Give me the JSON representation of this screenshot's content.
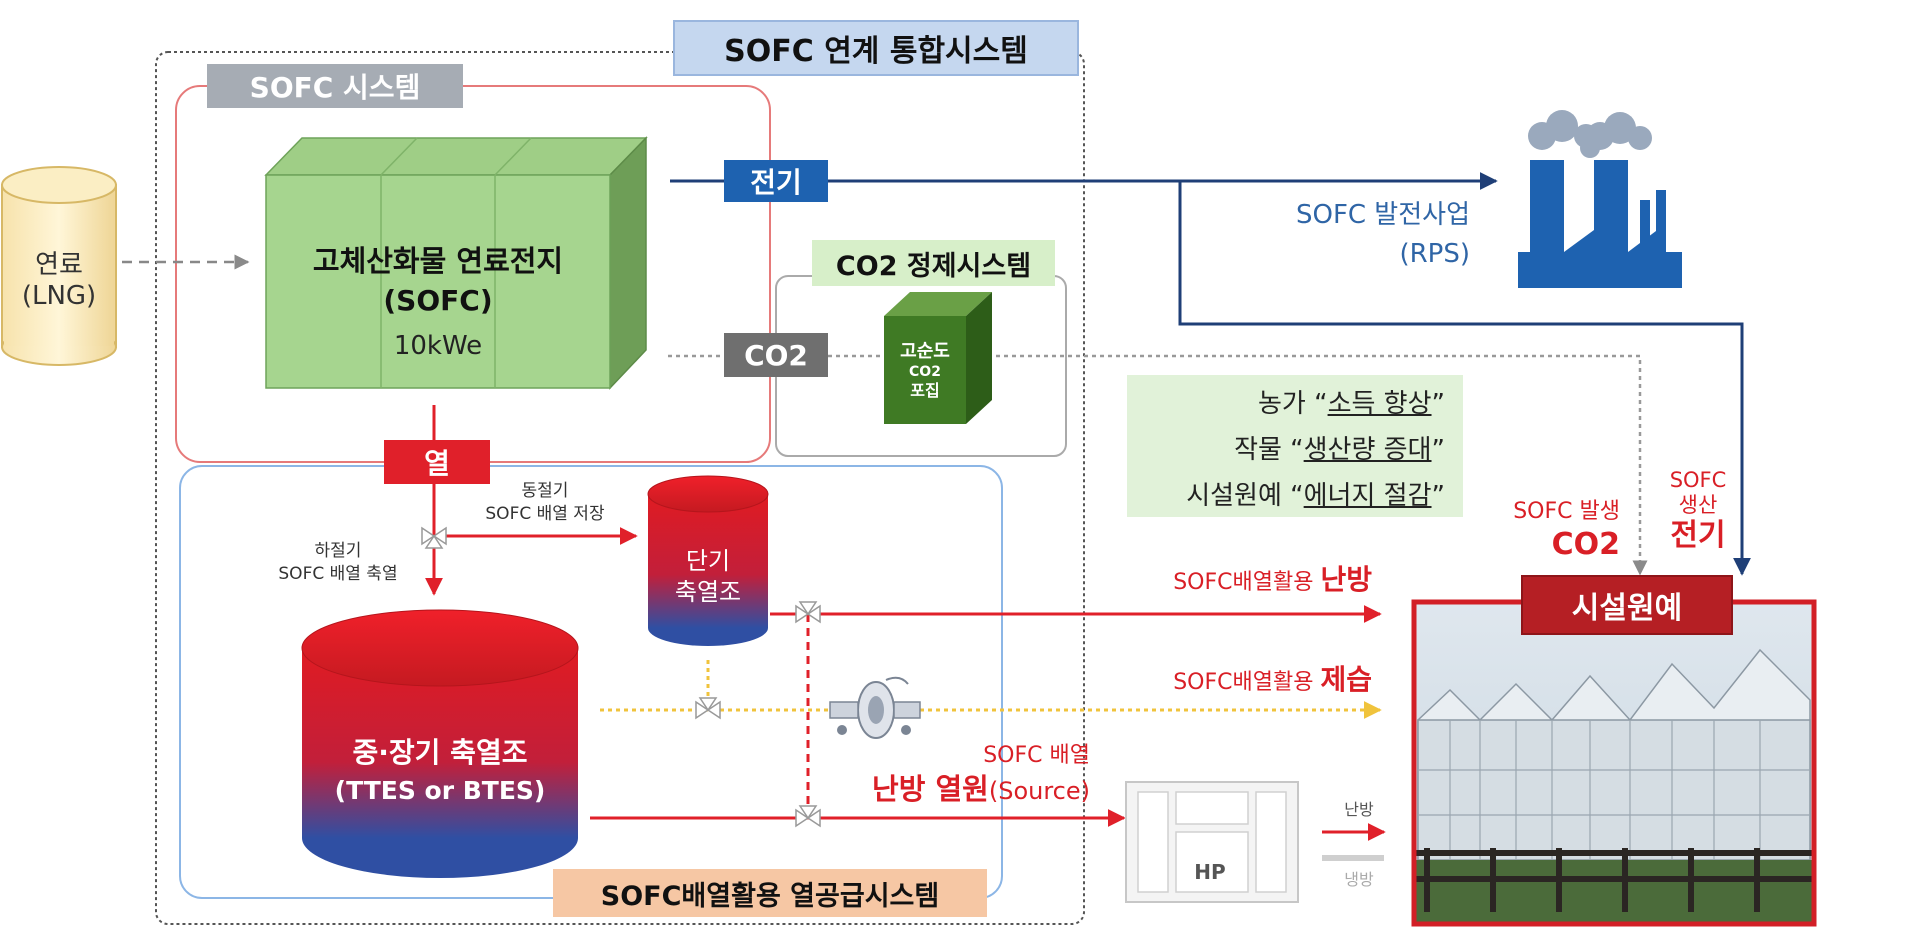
{
  "titles": {
    "integrated": "SOFC 연계 통합시스템",
    "sofc_system": "SOFC 시스템",
    "co2_system": "CO2 정제시스템",
    "heat_system": "SOFC배열활용 열공급시스템"
  },
  "fuel": {
    "line1": "연료",
    "line2": "(LNG)"
  },
  "sofc": {
    "name": "고체산화물 연료전지",
    "abbr": "(SOFC)",
    "capacity": "10kWe"
  },
  "tags": {
    "electricity": "전기",
    "co2": "CO2",
    "heat": "열"
  },
  "capture": {
    "line1": "고순도",
    "line2": "CO2",
    "line3": "포집"
  },
  "plant": {
    "line1": "SOFC 발전사업",
    "line2": "(RPS)"
  },
  "benefits": [
    {
      "prefix": "농가 “",
      "term": "소득 향상",
      "suffix": "”"
    },
    {
      "prefix": "작물 “",
      "term": "생산량 증대",
      "suffix": "”"
    },
    {
      "prefix": "시설원예 “",
      "term": "에너지 절감",
      "suffix": "”"
    }
  ],
  "greenhouse": {
    "label": "시설원예",
    "co2_small": "SOFC 발생",
    "co2_big": "CO2",
    "elec_small1": "SOFC",
    "elec_small2": "생산",
    "elec_big": "전기"
  },
  "storage": {
    "short_line1": "단기",
    "short_line2": "축열조",
    "long_line1": "중·장기 축열조",
    "long_line2": "(TTES or BTES)"
  },
  "annotations": {
    "winter_line1": "동절기",
    "winter_line2": "SOFC 배열 저장",
    "summer_line1": "하절기",
    "summer_line2": "SOFC 배열 축열",
    "heating_small": "SOFC배열활용 ",
    "heating_big": "난방",
    "dehum_small": "SOFC배열활용 ",
    "dehum_big": "제습",
    "source_line1": "SOFC 배열",
    "source_big": "난방 열원",
    "source_suffix": "(Source)",
    "hp_heat": "난방",
    "hp_cool": "냉방",
    "hp": "HP"
  }
}
